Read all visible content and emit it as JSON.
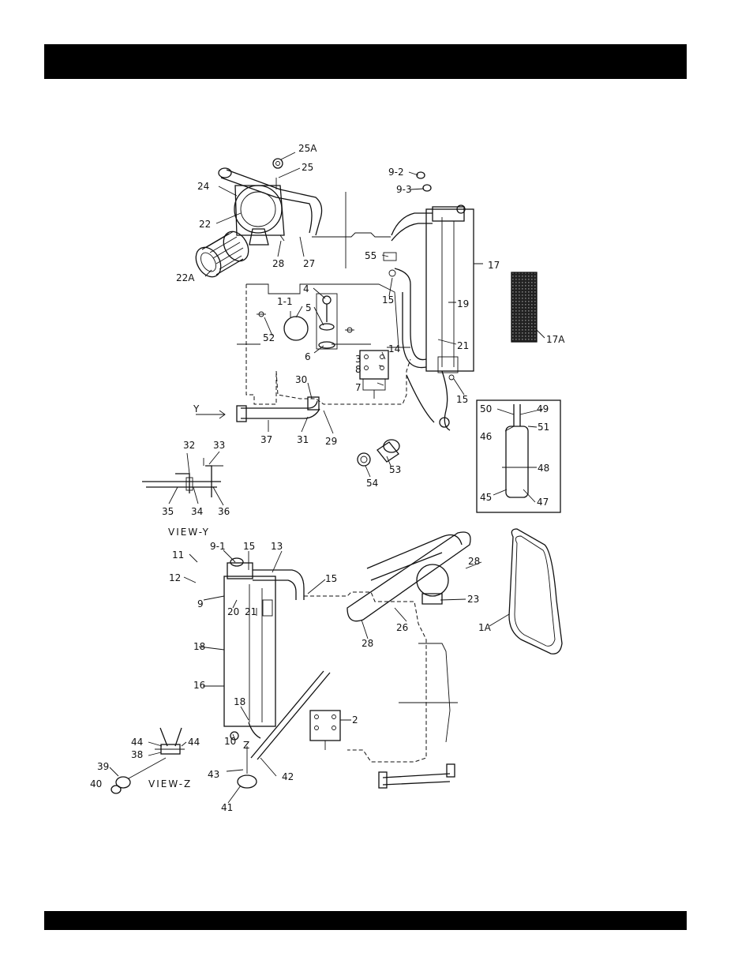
{
  "parts": {
    "p25A": "25A",
    "p25": "25",
    "p24": "24",
    "p22": "22",
    "p22A": "22A",
    "p28a": "28",
    "p27": "27",
    "p4": "4",
    "p5": "5",
    "p6": "6",
    "p1_1": "1-1",
    "p52": "52",
    "p3": "3",
    "p8": "8",
    "p7": "7",
    "p14": "14",
    "p9_2": "9-2",
    "p9_3": "9-3",
    "p55": "55",
    "p15a": "15",
    "p17": "17",
    "p19": "19",
    "p21a": "21",
    "p15b": "15",
    "p17A": "17A",
    "p30": "30",
    "pY": "Y",
    "p37": "37",
    "p31": "31",
    "p29": "29",
    "p54": "54",
    "p53": "53",
    "p50": "50",
    "p49": "49",
    "p46": "46",
    "p51": "51",
    "p48": "48",
    "p45": "45",
    "p47": "47",
    "p32": "32",
    "p33": "33",
    "p35": "35",
    "p34": "34",
    "p36": "36",
    "view_y": "VIEW-Y",
    "p11": "11",
    "p9_1": "9-1",
    "p15c": "15",
    "p13": "13",
    "p12": "12",
    "p9": "9",
    "p15d": "15",
    "p20": "20",
    "p21b": "21",
    "p18a": "18",
    "p16": "16",
    "p18b": "18",
    "p10": "10",
    "p2": "2",
    "p28b": "28",
    "p23": "23",
    "p26": "26",
    "p28c": "28",
    "p1A": "1A",
    "p44a": "44",
    "p44b": "44",
    "p38": "38",
    "pZ": "Z",
    "p39": "39",
    "p40": "40",
    "view_z": "VIEW-Z",
    "p43": "43",
    "p42": "42",
    "p41": "41"
  }
}
